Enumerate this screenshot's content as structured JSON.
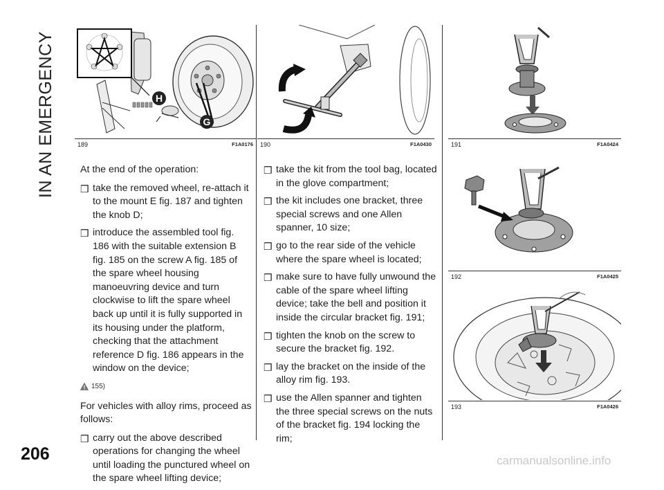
{
  "section_title": "IN AN EMERGENCY",
  "page_number": "206",
  "watermark": "carmanualsonline.info",
  "figures": [
    {
      "number": "189",
      "code": "F1A0176",
      "labels": [
        "H",
        "G"
      ]
    },
    {
      "number": "190",
      "code": "F1A0430"
    },
    {
      "number": "191",
      "code": "F1A0424"
    },
    {
      "number": "192",
      "code": "F1A0425"
    },
    {
      "number": "193",
      "code": "F1A0426"
    }
  ],
  "column1": {
    "intro": "At the end of the operation:",
    "bullets": [
      "take the removed wheel, re-attach it to the mount E fig. 187 and tighten the knob D;",
      "introduce the assembled tool fig. 186 with the suitable extension B fig. 185 on the screw A fig. 185 of the spare wheel housing manoeuvring device and turn clockwise to lift the spare wheel back up until it is fully supported in its housing under the platform, checking that the attachment reference D fig. 186 appears in the window on the device;"
    ],
    "warning_ref": "155)",
    "alloy_intro": "For vehicles with alloy rims, proceed as follows:",
    "bullets2": [
      "carry out the above described operations for changing the wheel until loading the punctured wheel on the spare wheel lifting device;"
    ]
  },
  "column2": {
    "bullets": [
      "take the kit from the tool bag, located in the glove compartment;",
      "the kit includes one bracket, three special screws and one Allen spanner, 10 size;",
      "go to the rear side of the vehicle where the spare wheel is located;",
      "make sure to have fully unwound the cable of the spare wheel lifting device; take the bell and position it inside the circular bracket fig. 191;",
      "tighten the knob on the screw to secure the bracket fig. 192.",
      "lay the bracket on the inside of the alloy rim fig. 193.",
      "use the Allen spanner and tighten the three special screws on the nuts of the bracket fig. 194 locking the rim;"
    ]
  },
  "bullet_symbol": "❒"
}
